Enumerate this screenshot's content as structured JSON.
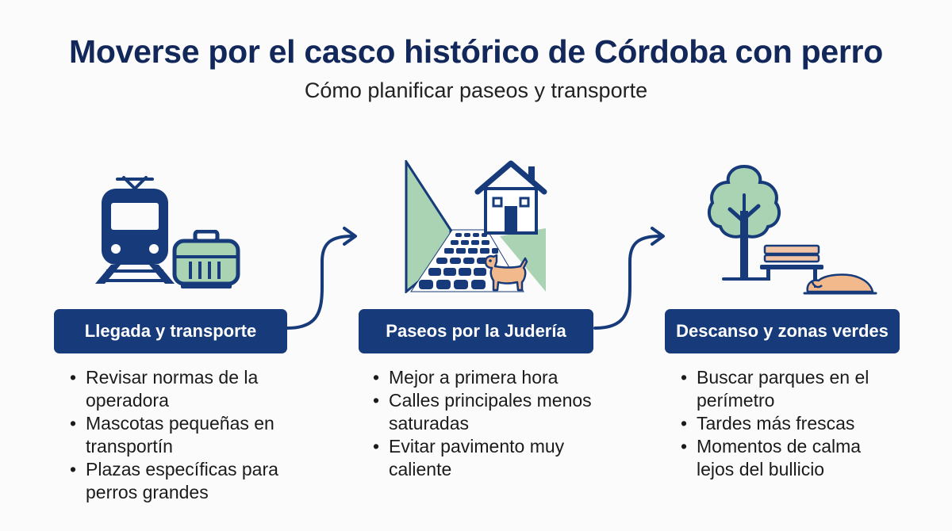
{
  "title": "Moverse por el casco histórico de Córdoba con perro",
  "subtitle": "Cómo planificar paseos y transporte",
  "colors": {
    "navy": "#163a7a",
    "title": "#13285a",
    "green": "#a9d3b2",
    "dog": "#f2b98c",
    "bench": "#f2c4a6"
  },
  "steps": [
    {
      "label": "Llegada y transporte",
      "icons": [
        "train-icon",
        "pet-carrier-icon"
      ],
      "bullets": [
        "Revisar normas de la operadora",
        "Mascotas pequeñas en transportín",
        "Plazas específicas para perros grandes"
      ]
    },
    {
      "label": "Paseos por la Judería",
      "icons": [
        "cobblestone-street-icon",
        "house-icon",
        "dog-icon"
      ],
      "bullets": [
        "Mejor a primera hora",
        "Calles principales menos saturadas",
        "Evitar pavimento muy caliente"
      ]
    },
    {
      "label": "Descanso y zonas verdes",
      "icons": [
        "tree-icon",
        "bench-icon",
        "sleeping-dog-icon"
      ],
      "bullets": [
        "Buscar parques en el perímetro",
        "Tardes más frescas",
        "Momentos de calma lejos del bullicio"
      ]
    }
  ],
  "connectors": [
    "arrow-icon",
    "arrow-icon"
  ]
}
